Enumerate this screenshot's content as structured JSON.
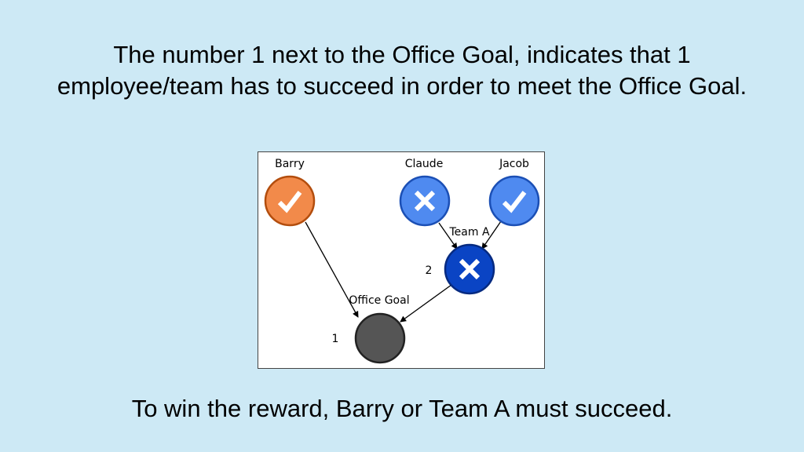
{
  "heading": "The number 1 next to the Office Goal, indicates that 1 employee/team has to succeed in order to meet the Office Goal.",
  "footer": "To win the reward, Barry or Team A must succeed.",
  "diagram": {
    "nodes": {
      "barry": {
        "label": "Barry",
        "status": "success",
        "icon": "check-icon",
        "fill": "#f28a4a",
        "stroke": "#b34d0d"
      },
      "claude": {
        "label": "Claude",
        "status": "fail",
        "icon": "x-icon",
        "fill": "#4f8af0",
        "stroke": "#1b4fb5"
      },
      "jacob": {
        "label": "Jacob",
        "status": "success",
        "icon": "check-icon",
        "fill": "#4f8af0",
        "stroke": "#1b4fb5"
      },
      "team_a": {
        "label": "Team A",
        "threshold": "2",
        "status": "fail",
        "icon": "x-icon",
        "fill": "#0a44c4",
        "stroke": "#062a80"
      },
      "office_goal": {
        "label": "Office Goal",
        "threshold": "1",
        "status": "pending",
        "fill": "#555555",
        "stroke": "#222222"
      }
    }
  }
}
